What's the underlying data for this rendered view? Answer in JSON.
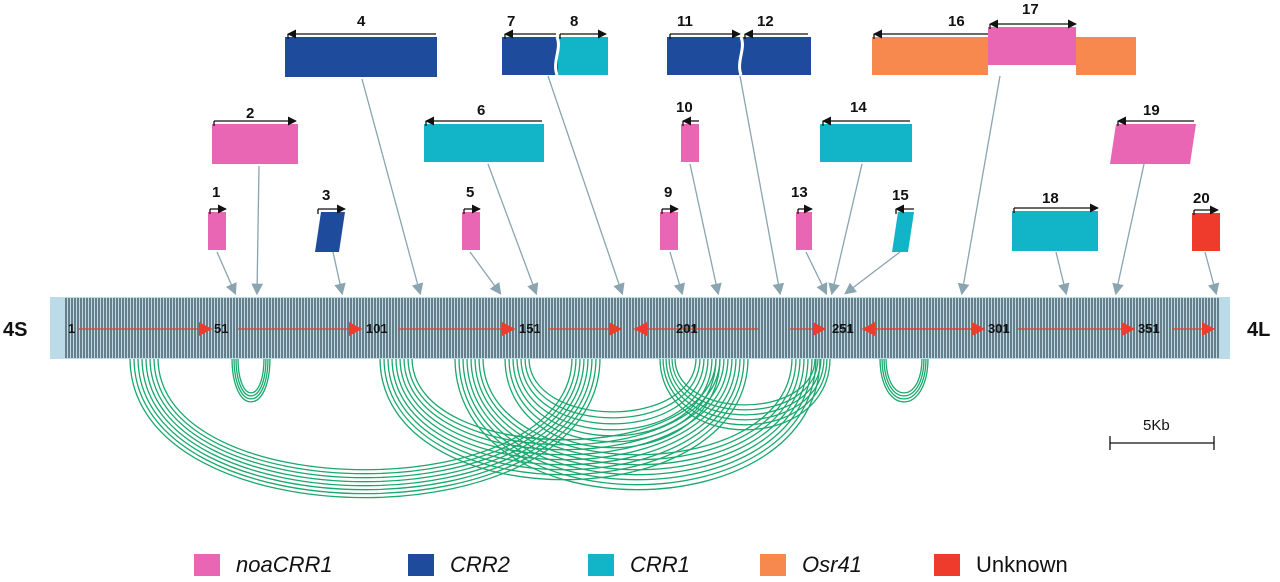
{
  "colors": {
    "noaCRR1": "#e866b4",
    "CRR2": "#1f4b9c",
    "CRR1": "#12b5c8",
    "Osr41": "#f7894f",
    "Unknown": "#ef3b2c",
    "arc": "#1aa86e",
    "pointer": "#8aa4b0",
    "strip": "#bcdbe8",
    "strip_lines": "#22333a",
    "direction_arrow": "#ef3b2c"
  },
  "ends": {
    "left": "4S",
    "right": "4L"
  },
  "positions": [
    "1",
    "51",
    "101",
    "151",
    "201",
    "251",
    "301",
    "351"
  ],
  "scale_bar": {
    "label": "5Kb"
  },
  "elements": [
    {
      "id": "1",
      "family": "noaCRR1",
      "direction": "right"
    },
    {
      "id": "2",
      "family": "noaCRR1",
      "direction": "right"
    },
    {
      "id": "3",
      "family": "CRR2",
      "direction": "right"
    },
    {
      "id": "4",
      "family": "CRR2",
      "direction": "left"
    },
    {
      "id": "5",
      "family": "noaCRR1",
      "direction": "right"
    },
    {
      "id": "6",
      "family": "CRR1",
      "direction": "left"
    },
    {
      "id": "7",
      "family": "CRR2",
      "direction": "left"
    },
    {
      "id": "8",
      "family": "CRR1",
      "direction": "right"
    },
    {
      "id": "9",
      "family": "noaCRR1",
      "direction": "right"
    },
    {
      "id": "10",
      "family": "noaCRR1",
      "direction": "left"
    },
    {
      "id": "11",
      "family": "CRR2",
      "direction": "right"
    },
    {
      "id": "12",
      "family": "CRR2",
      "direction": "left"
    },
    {
      "id": "13",
      "family": "noaCRR1",
      "direction": "right"
    },
    {
      "id": "14",
      "family": "CRR1",
      "direction": "left"
    },
    {
      "id": "15",
      "family": "CRR1",
      "direction": "left"
    },
    {
      "id": "16",
      "family": "Osr41",
      "direction": "left"
    },
    {
      "id": "17",
      "family": "noaCRR1",
      "direction": "both"
    },
    {
      "id": "18",
      "family": "CRR1",
      "direction": "right"
    },
    {
      "id": "19",
      "family": "noaCRR1",
      "direction": "left"
    },
    {
      "id": "20",
      "family": "Unknown",
      "direction": "right"
    }
  ],
  "legend": [
    {
      "key": "noaCRR1",
      "label": "noaCRR1",
      "italic": true
    },
    {
      "key": "CRR2",
      "label": "CRR2",
      "italic": true
    },
    {
      "key": "CRR1",
      "label": "CRR1",
      "italic": true
    },
    {
      "key": "Osr41",
      "label": "Osr41",
      "italic": true
    },
    {
      "key": "Unknown",
      "label": "Unknown",
      "italic": false
    }
  ]
}
